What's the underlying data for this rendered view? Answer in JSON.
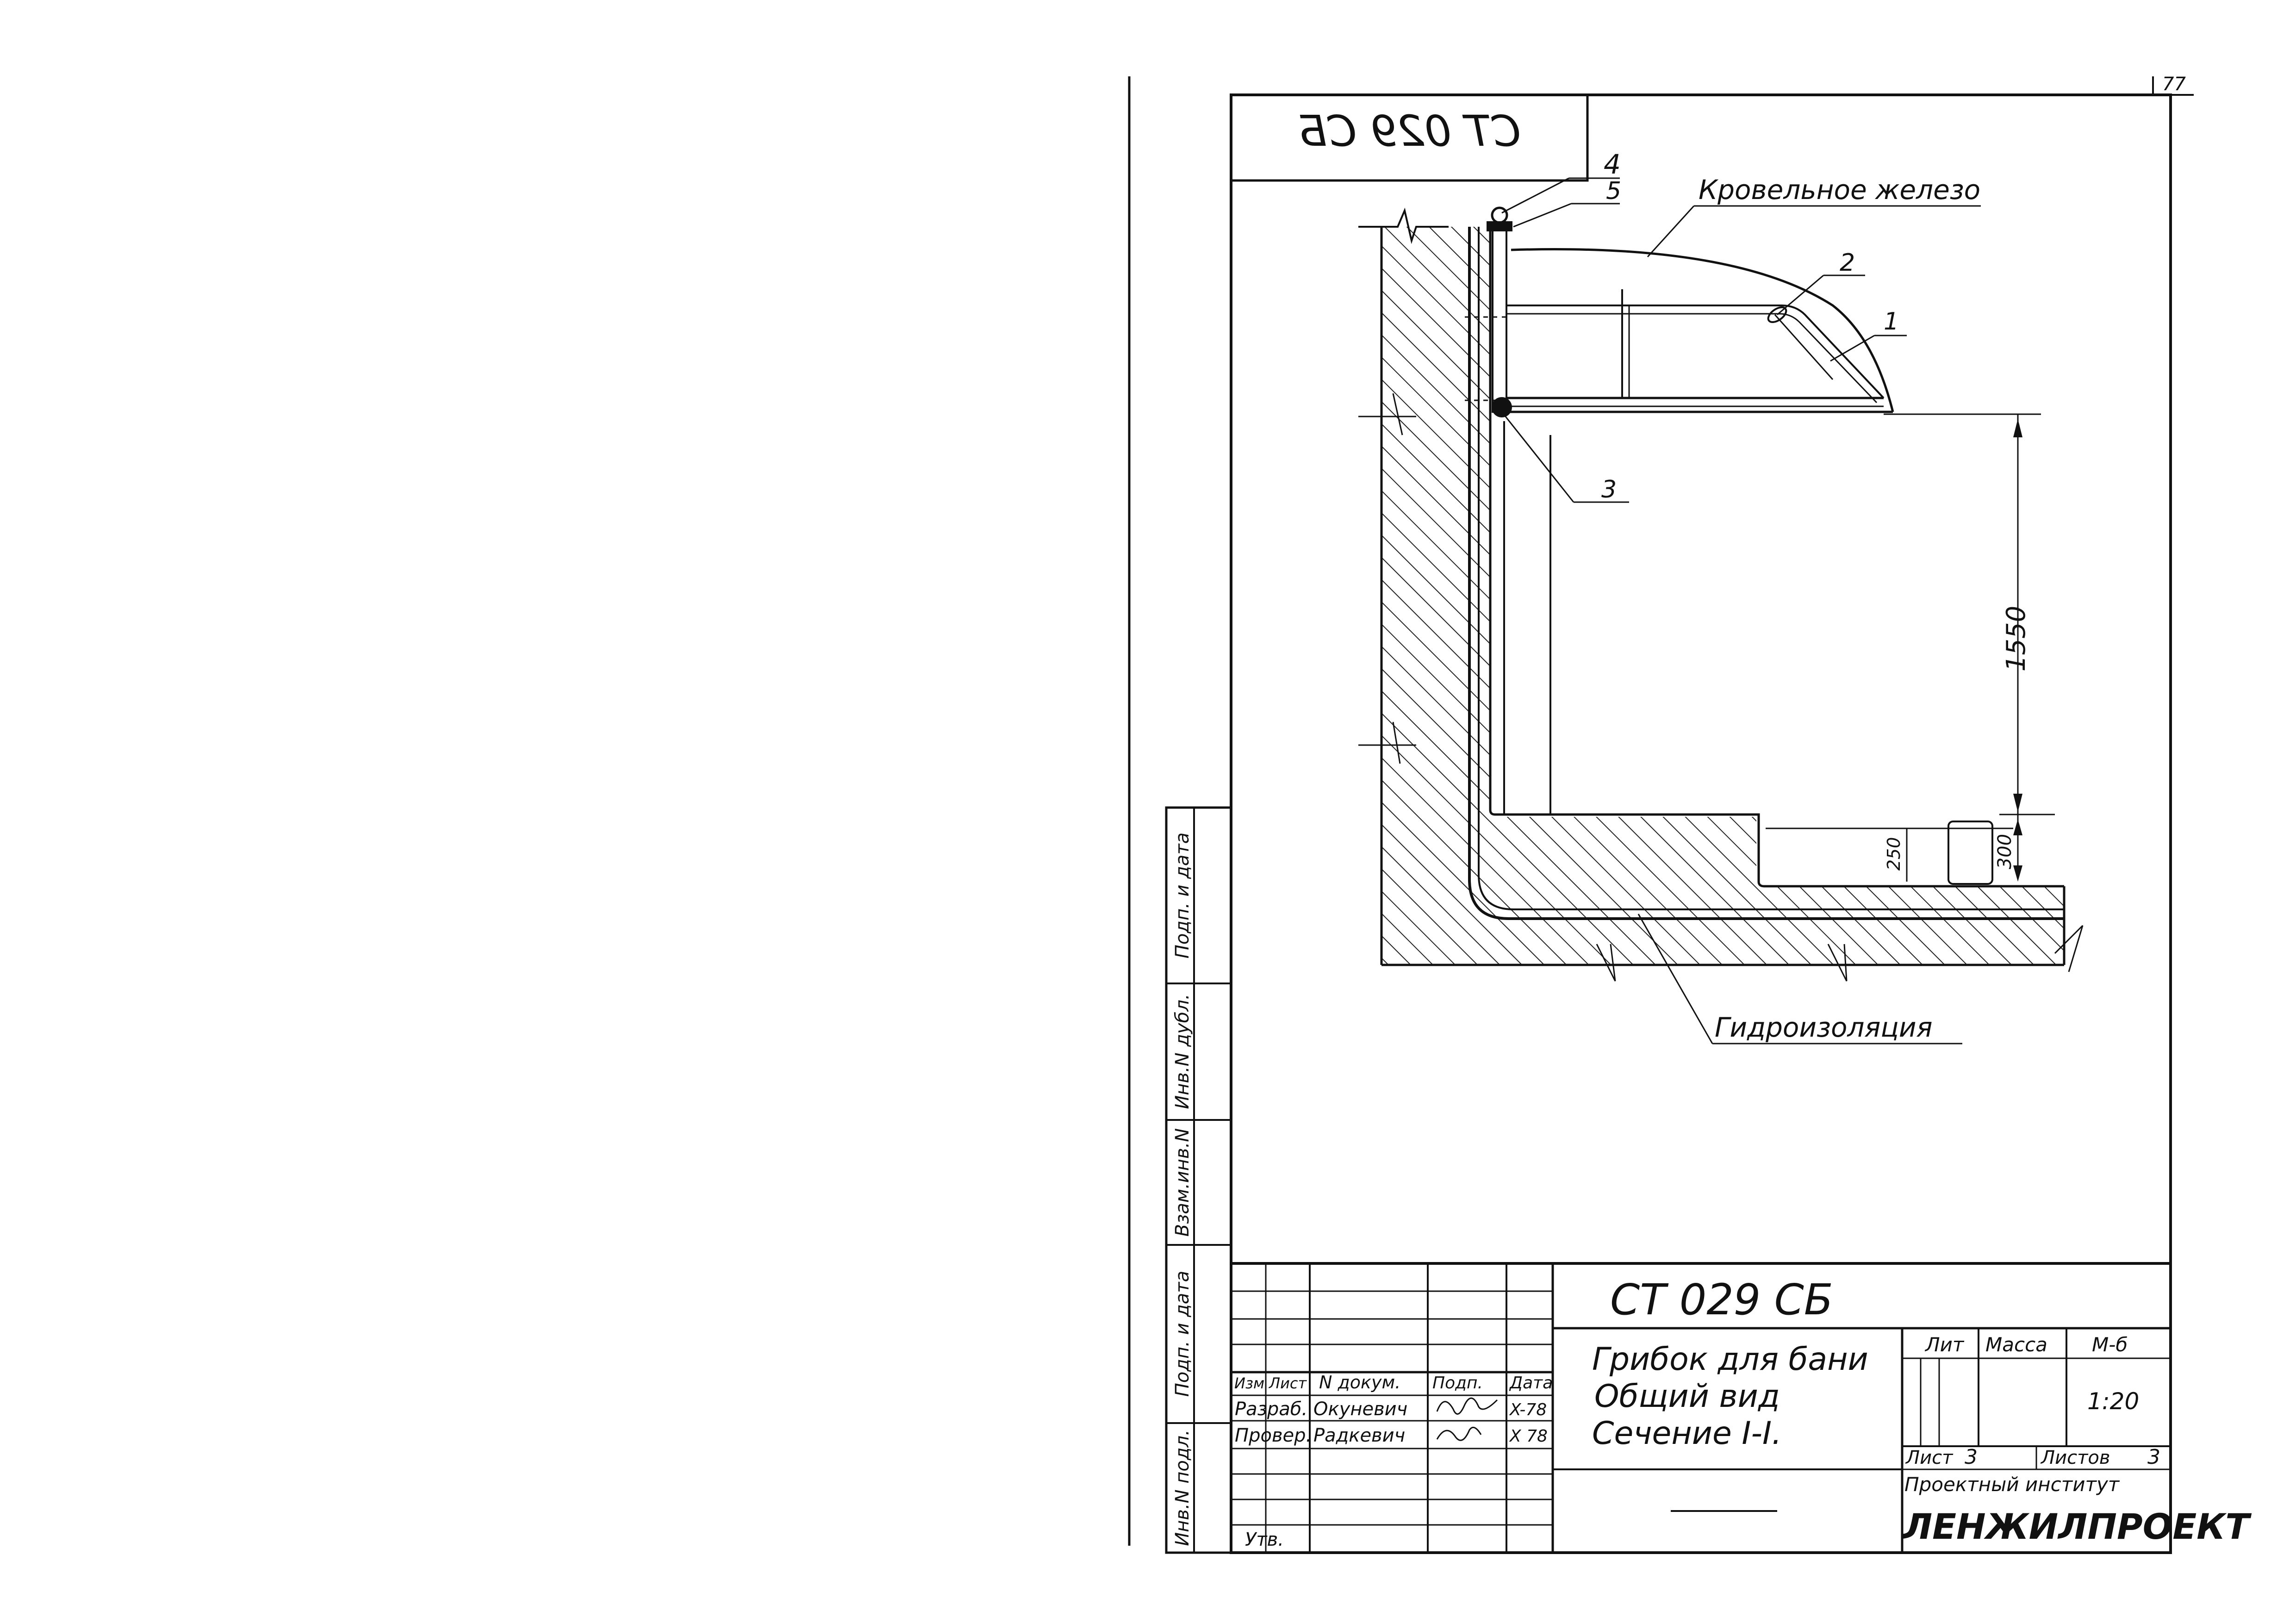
{
  "page_number": "77",
  "mirrored_code": "СТ 029 СБ",
  "drawing": {
    "callouts": [
      "1",
      "2",
      "3",
      "4",
      "5"
    ],
    "roof_label": "Кровельное железо",
    "waterproofing_label": "Гидроизоляция",
    "dimensions": {
      "main_height": "1550",
      "step_a": "250",
      "step_b": "300"
    }
  },
  "side_stamp": [
    "Инв.N подл.",
    "Подп. и дата",
    "Взам.инв.N",
    "Инв.N дубл.",
    "Подп. и дата"
  ],
  "title_block": {
    "code": "СТ 029 СБ",
    "title_lines": [
      "Грибок для бани",
      "Общий вид",
      "Сечение I-I."
    ],
    "headers": [
      "Изм",
      "Лист",
      "N докум.",
      "Подп.",
      "Дата"
    ],
    "rows": [
      {
        "role": "Разраб.",
        "name": "Окуневич",
        "date": "X-78"
      },
      {
        "role": "Провер.",
        "name": "Радкевич",
        "date": "X 78"
      }
    ],
    "approved_label": "Утв.",
    "lit_label": "Лит",
    "mass_label": "Масса",
    "scale_label": "М-б",
    "scale_value": "1:20",
    "sheet_label": "Лист",
    "sheet_value": "3",
    "sheets_label": "Листов",
    "sheets_value": "3",
    "institute": "Проектный институт",
    "organization": "ЛЕНЖИЛПРОЕКТ"
  }
}
